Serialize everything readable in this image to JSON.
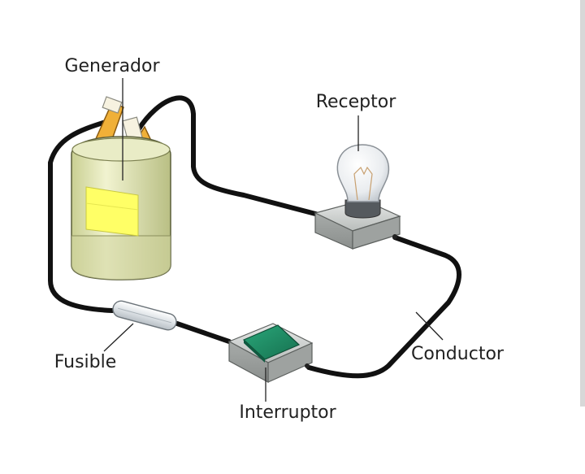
{
  "labels": {
    "generator": "Generador",
    "receptor": "Receptor",
    "fuse": "Fusible",
    "conductor": "Conductor",
    "switch": "Interruptor"
  },
  "colors": {
    "wire": "#111111",
    "battery_body": "#e3e7b8",
    "battery_label": "#ffff66",
    "terminal": "#f0b038",
    "switch_rocker": "#1f8a63",
    "box": "#bfc3c1"
  }
}
